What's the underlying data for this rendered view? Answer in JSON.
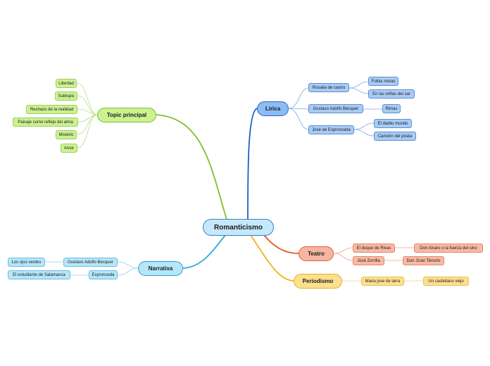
{
  "mindmap": {
    "central": "Romanticismo",
    "topic_principal": {
      "label": "Topic principal",
      "children": [
        "Libertad",
        "Subtopic",
        "Rechazo de la realidad",
        "Paisaje como reflejo del alma",
        "Misterio",
        "Amor"
      ]
    },
    "lirica": {
      "label": "Lirica",
      "rosalia": {
        "label": "Rosalia de castro",
        "children": [
          "Follas novas",
          "En las orillas del sar"
        ]
      },
      "becquer": {
        "label": "Gustavo Adolfo Bécquer",
        "children": [
          "Rimas"
        ]
      },
      "espronceda": {
        "label": "José de Espronceda",
        "children": [
          "El diablo mundo",
          "Canción del pirata"
        ]
      }
    },
    "narrativa": {
      "label": "Narrativa",
      "becquer": {
        "label": "Gustavo Adolfo Becquer",
        "children": [
          "Los ojos verdes"
        ]
      },
      "espronceda": {
        "label": "Espronceda",
        "children": [
          "El estudiante de Salamanca"
        ]
      }
    },
    "teatro": {
      "label": "Teatro",
      "rivas": {
        "label": "El duque de Rivas",
        "children": [
          "Don Alvaro o la fuerza del sino"
        ]
      },
      "zorrilla": {
        "label": "José Zorrilla",
        "children": [
          "Don JUan Tenorio"
        ]
      }
    },
    "periodismo": {
      "label": "Periodismo",
      "larra": {
        "label": "Maria jose de larra",
        "children": [
          "Un castellano viejo"
        ]
      }
    }
  },
  "colors": {
    "green": "#7fc02a",
    "blue": "#1f5fbf",
    "cyan": "#2aa6d8",
    "red": "#e8501c",
    "yellow": "#f0b41a"
  }
}
